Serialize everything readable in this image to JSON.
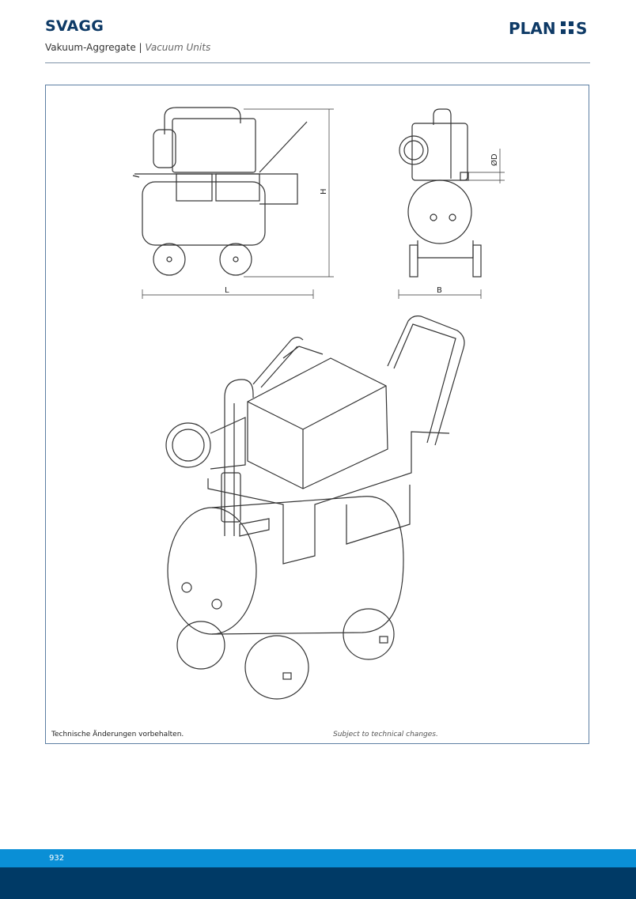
{
  "header": {
    "title": "SVAGG",
    "subtitle_de": "Vakuum-Aggregate",
    "separator": " | ",
    "subtitle_en": "Vacuum Units",
    "logo_text": "PLANOS",
    "brand_color": "#0e3a66"
  },
  "drawing": {
    "dim_length": "L",
    "dim_height": "H",
    "dim_width": "B",
    "dim_diameter": "ØD"
  },
  "footer": {
    "note_de": "Technische Änderungen vorbehalten.",
    "note_en": "Subject to technical changes.",
    "page_number": "932",
    "band_color_light": "#0a8fd6",
    "band_color_dark": "#003a66"
  }
}
